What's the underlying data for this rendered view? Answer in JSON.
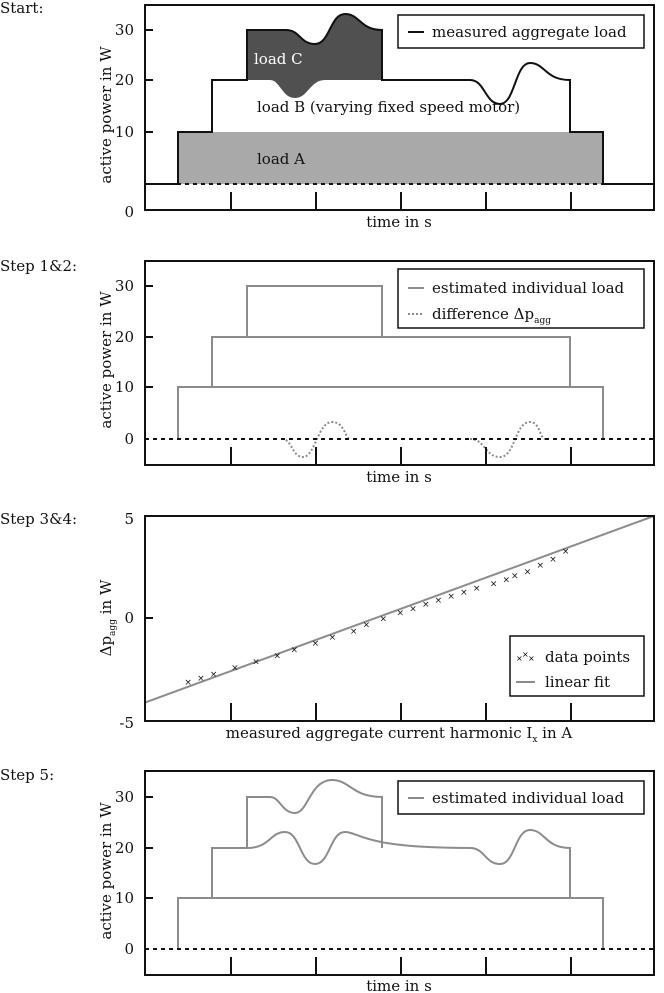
{
  "panels": [
    {
      "step_label": "Start:",
      "ylabel": "active power in W",
      "xlabel": "time in s",
      "yticks": [
        "0",
        "10",
        "20",
        "30"
      ],
      "legend": [
        "measured aggregate load"
      ],
      "region_labels": {
        "a": "load A",
        "b": "load B (varying fixed speed motor)",
        "c": "load C"
      }
    },
    {
      "step_label": "Step 1&2:",
      "ylabel": "active power in W",
      "xlabel": "time in s",
      "yticks": [
        "0",
        "10",
        "20",
        "30"
      ],
      "legend": [
        "estimated individual load",
        "difference Δp",
        "agg"
      ]
    },
    {
      "step_label": "Step 3&4:",
      "ylabel_main": "Δp",
      "ylabel_sub": "agg",
      "ylabel_tail": " in W",
      "xlabel": "measured aggregate current harmonic I",
      "xlabel_sub": "x",
      "xlabel_tail": " in A",
      "yticks": [
        "5",
        "0",
        "-5"
      ],
      "legend": [
        "data points",
        "linear fit"
      ]
    },
    {
      "step_label": "Step 5:",
      "ylabel": "active power in W",
      "xlabel": "time in s",
      "yticks": [
        "0",
        "10",
        "20",
        "30"
      ],
      "legend": [
        "estimated individual load"
      ]
    }
  ],
  "colors": {
    "load_a": "#a9a9a9",
    "load_c": "#505050",
    "estimate": "#8c8c8c",
    "axis": "#111111"
  },
  "chart_data": {
    "type": "scatter",
    "series": [
      {
        "name": "data points",
        "x": [
          1.0,
          1.3,
          1.6,
          2.1,
          2.6,
          3.1,
          3.5,
          4.0,
          4.4,
          4.9,
          5.2,
          5.6,
          6.0,
          6.3,
          6.6,
          6.9,
          7.2,
          7.5,
          7.8,
          8.2,
          8.5,
          8.7,
          9.0,
          9.3,
          9.6,
          9.9
        ],
        "y": [
          -3.1,
          -2.9,
          -2.7,
          -2.4,
          -2.1,
          -1.8,
          -1.5,
          -1.2,
          -0.9,
          -0.6,
          -0.3,
          0.0,
          0.3,
          0.5,
          0.7,
          0.9,
          1.1,
          1.3,
          1.5,
          1.7,
          1.9,
          2.1,
          2.3,
          2.6,
          2.9,
          3.3
        ]
      },
      {
        "name": "linear fit",
        "x": [
          0,
          12
        ],
        "y": [
          -4.1,
          5.0
        ]
      }
    ],
    "ylim": [
      -5,
      5
    ]
  }
}
